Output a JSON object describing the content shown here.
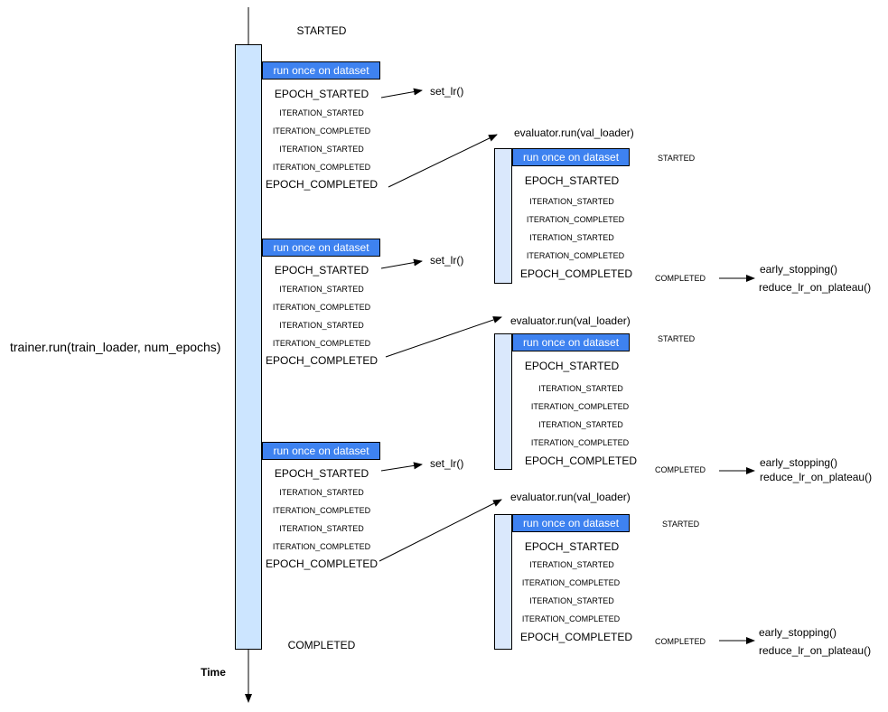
{
  "trainer_call": "trainer.run(train_loader, num_epochs)",
  "time_label": "Time",
  "trainer_started": "STARTED",
  "trainer_completed": "COMPLETED",
  "dataset_label": "run once on dataset",
  "epoch_started": "EPOCH_STARTED",
  "epoch_completed": "EPOCH_COMPLETED",
  "iteration_started": "ITERATION_STARTED",
  "iteration_completed": "ITERATION_COMPLETED",
  "set_lr": "set_lr()",
  "evaluator_call": "evaluator.run(val_loader)",
  "evaluator_started": "STARTED",
  "evaluator_completed": "COMPLETED",
  "early_stopping": "early_stopping()",
  "reduce_lr": "reduce_lr_on_plateau()",
  "colors": {
    "timeline_fill": "#cce5ff",
    "evaluator_fill": "#dae8fc",
    "dataset_box": "#3e82f0"
  }
}
